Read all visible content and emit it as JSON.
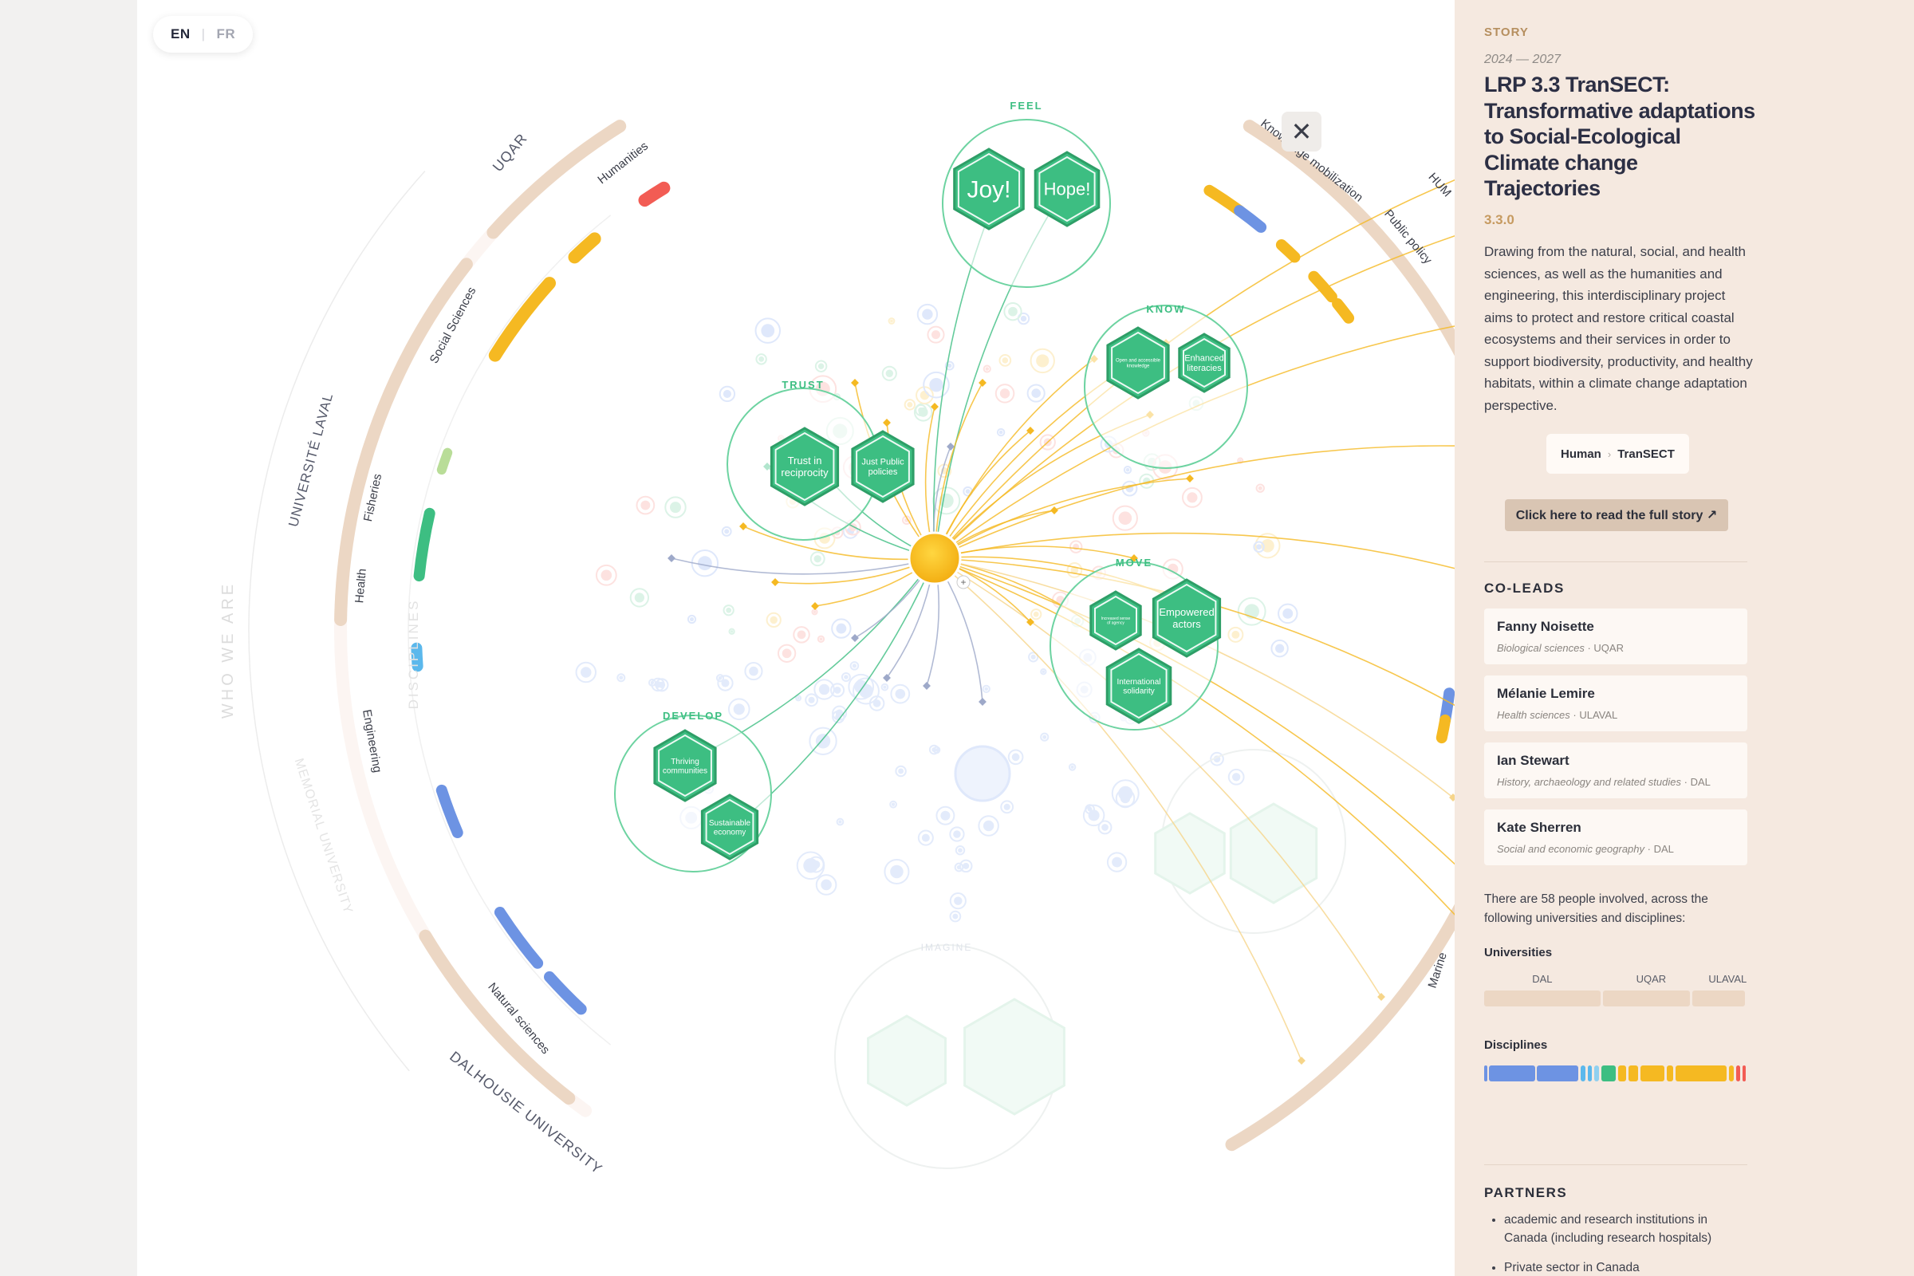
{
  "lang": {
    "en": "EN",
    "fr": "FR"
  },
  "rings": {
    "who_we_are": "WHO WE ARE",
    "disciplines": "DISCIPLINES",
    "universities": [
      "UQAR",
      "UNIVERSITÉ LAVAL",
      "MEMORIAL UNIVERSITY",
      "DALHOUSIE UNIVERSITY"
    ],
    "disciplines_list": [
      "Humanities",
      "Social Sciences",
      "Fisheries",
      "Health",
      "Engineering",
      "Natural sciences"
    ],
    "right_labels": [
      "Knowledge mobilization",
      "Public policy",
      "HUM",
      "Marine"
    ]
  },
  "hubs": {
    "feel": {
      "label": "FEEL",
      "items": [
        "Joy!",
        "Hope!"
      ]
    },
    "know": {
      "label": "KNOW",
      "items": [
        "Open and accessible knowledge",
        "Enhanced literacies"
      ]
    },
    "trust": {
      "label": "TRUST",
      "items": [
        "Trust in reciprocity",
        "Just Public policies"
      ]
    },
    "move": {
      "label": "MOVE",
      "items": [
        "Increased sense of agency",
        "Empowered actors",
        "International solidarity"
      ]
    },
    "develop": {
      "label": "DEVELOP",
      "items": [
        "Thriving communities",
        "Sustainable economy"
      ]
    },
    "imagine": {
      "label": "IMAGINE"
    }
  },
  "colors": {
    "green": "#3dbe82",
    "yellow": "#f5b922",
    "blue": "#6d93e3",
    "red": "#f25c54",
    "beige": "#ecd7c4"
  },
  "panel": {
    "kicker": "STORY",
    "years": "2024 — 2027",
    "title": "LRP 3.3 TranSECT: Transformative adaptations to Social-Ecological Climate change Trajectories",
    "code": "3.3.0",
    "description": "Drawing from the natural, social, and health sciences, as well as the humanities and engineering, this interdisciplinary project aims to protect and restore critical coastal ecosystems and their services in order to support biodiversity, productivity, and healthy habitats, within a climate change adaptation perspective.",
    "breadcrumb": [
      "Human",
      "TranSECT"
    ],
    "read_button": "Click here to read the full story ↗",
    "coleads_title": "CO-LEADS",
    "coleads": [
      {
        "name": "Fanny Noisette",
        "discipline": "Biological sciences",
        "uni": "UQAR"
      },
      {
        "name": "Mélanie Lemire",
        "discipline": "Health sciences",
        "uni": "ULAVAL"
      },
      {
        "name": "Ian Stewart",
        "discipline": "History, archaeology and related studies",
        "uni": "DAL"
      },
      {
        "name": "Kate Sherren",
        "discipline": "Social and economic geography",
        "uni": "DAL"
      }
    ],
    "people_text": "There are 58 people involved, across the following universities and disciplines:",
    "universities_title": "Universities",
    "universities": [
      {
        "label": "DAL",
        "share": 0.45
      },
      {
        "label": "UQAR",
        "share": 0.34
      },
      {
        "label": "ULAVAL",
        "share": 0.21
      }
    ],
    "disciplines_title": "Disciplines",
    "partners_title": "PARTNERS",
    "partners": [
      "academic and research institutions in Canada (including research hospitals)",
      "Private sector in Canada"
    ]
  }
}
